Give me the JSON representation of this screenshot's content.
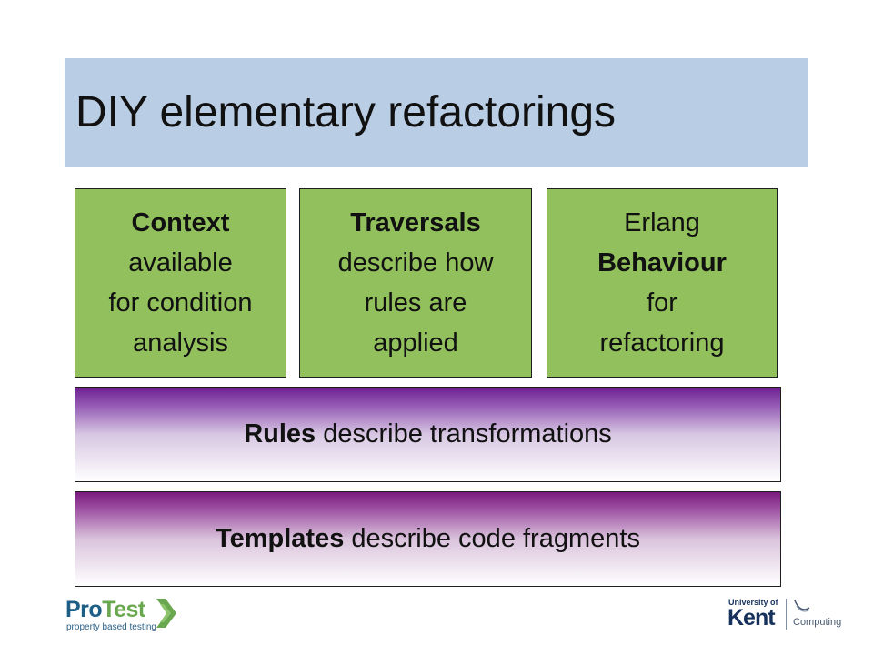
{
  "slide": {
    "title": "DIY elementary refactorings"
  },
  "boxes": [
    {
      "lines": [
        {
          "text": "Context",
          "bold": true
        },
        {
          "text": "available",
          "bold": false
        },
        {
          "text": "for condition",
          "bold": false
        },
        {
          "text": "analysis",
          "bold": false
        }
      ]
    },
    {
      "lines": [
        {
          "text": "Traversals",
          "bold": true
        },
        {
          "text": "describe how",
          "bold": false
        },
        {
          "text": "rules are",
          "bold": false
        },
        {
          "text": "applied",
          "bold": false
        }
      ]
    },
    {
      "lines": [
        {
          "text": "Erlang",
          "bold": false
        },
        {
          "text": "Behaviour",
          "bold": true
        },
        {
          "text": "for",
          "bold": false
        },
        {
          "text": "refactoring",
          "bold": false
        }
      ]
    }
  ],
  "layers": {
    "rules": {
      "bold": "Rules",
      "rest": " describe transformations"
    },
    "templates": {
      "bold": "Templates",
      "rest": " describe code fragments"
    }
  },
  "logos": {
    "protest": {
      "pro": "Pro",
      "test": "Test",
      "tagline": "property based testing",
      "icon": "chevron-arrow-icon"
    },
    "kent": {
      "university": "University of",
      "name": "Kent",
      "department": "Computing",
      "icon": "swoosh-icon"
    }
  },
  "colors": {
    "title_bar": "#b9cde5",
    "green_box": "#92c05c",
    "layer_purple": "#6e1f92",
    "protest_blue": "#1d5f86",
    "protest_green": "#6aa84f",
    "kent_navy": "#16325c"
  }
}
